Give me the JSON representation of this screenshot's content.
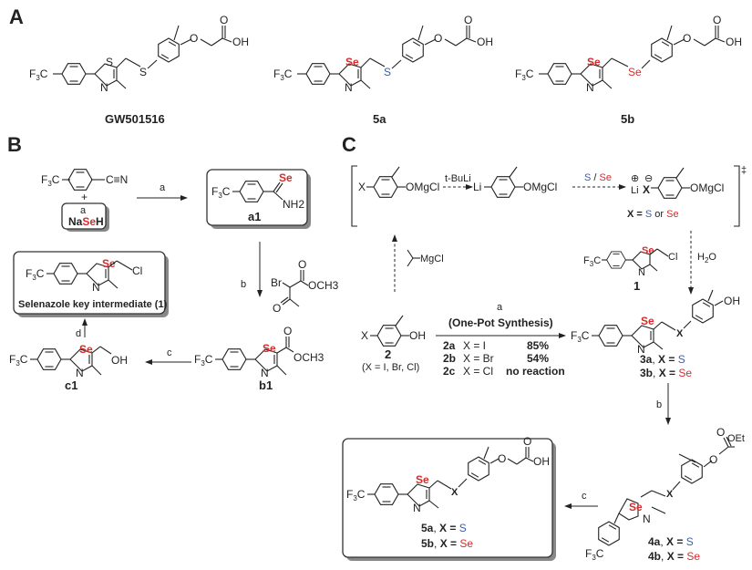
{
  "panels": {
    "A": {
      "label": "A",
      "compounds": [
        {
          "name": "GW501516",
          "ring_heteroatom": "S",
          "linker": "S"
        },
        {
          "name": "5a",
          "ring_heteroatom": "Se",
          "linker": "S"
        },
        {
          "name": "5b",
          "ring_heteroatom": "Se",
          "linker": "Se"
        }
      ]
    },
    "B": {
      "label": "B",
      "starting_material": "F3C-C6H4-C≡N",
      "plus": "+",
      "reagent_label": "a",
      "reagent": {
        "pre": "Na",
        "se": "Se",
        "post": "H"
      },
      "steps": {
        "a": "a",
        "b": "b",
        "c": "c",
        "d": "d"
      },
      "a1": {
        "label": "a1",
        "se": "Se",
        "nh2": "NH2"
      },
      "bromoester": {
        "br": "Br",
        "ome": "OCH3",
        "o": "O"
      },
      "b1": {
        "label": "b1",
        "se": "Se",
        "ome": "OCH3"
      },
      "c1": {
        "label": "c1",
        "se": "Se",
        "oh": "OH"
      },
      "intermediate": {
        "title": "Selenazole key intermediate (1)",
        "se": "Se",
        "cl": "Cl"
      }
    },
    "C": {
      "label": "C",
      "bracket_species": [
        {
          "left": "X",
          "right": "OMgCl"
        },
        {
          "left": "Li",
          "right": "OMgCl"
        },
        {
          "left": "X",
          "right": "OMgCl",
          "charges": [
            "⊕",
            "⊖"
          ],
          "li": "Li",
          "x_def": [
            "X = ",
            "S",
            " or ",
            "Se"
          ]
        }
      ],
      "tBuLi": "t-BuLi",
      "s_se": [
        "S",
        " / ",
        "Se"
      ],
      "dagger": "‡",
      "grignard": "MgCl",
      "h2o": "H2O",
      "cmpd1": {
        "label": "1",
        "se": "Se",
        "cl": "Cl"
      },
      "cmpd2": {
        "label": "2",
        "x_def": "(X = I, Br, Cl)",
        "oh": "OH",
        "x": "X"
      },
      "step_a": "a",
      "one_pot": "(One-Pot Synthesis)",
      "yields": [
        {
          "cmpd": "2a",
          "x": "X = I",
          "yield": "85%"
        },
        {
          "cmpd": "2b",
          "x": "X = Br",
          "yield": "54%"
        },
        {
          "cmpd": "2c",
          "x": "X = Cl",
          "yield": "no reaction"
        }
      ],
      "cmpd3": [
        {
          "label": "3a",
          "x": "S"
        },
        {
          "label": "3b",
          "x": "Se"
        }
      ],
      "cmpd4": [
        {
          "label": "4a",
          "x": "S"
        },
        {
          "label": "4b",
          "x": "Se"
        }
      ],
      "cmpd5": [
        {
          "label": "5a",
          "x": "S"
        },
        {
          "label": "5b",
          "x": "Se"
        }
      ],
      "step_b": "b",
      "step_c": "c",
      "oet": "OEt",
      "oh": "OH",
      "o": "O"
    }
  },
  "colors": {
    "selenium": "#d62b2b",
    "sulfur": "#3a5fa8",
    "ink": "#222222"
  }
}
